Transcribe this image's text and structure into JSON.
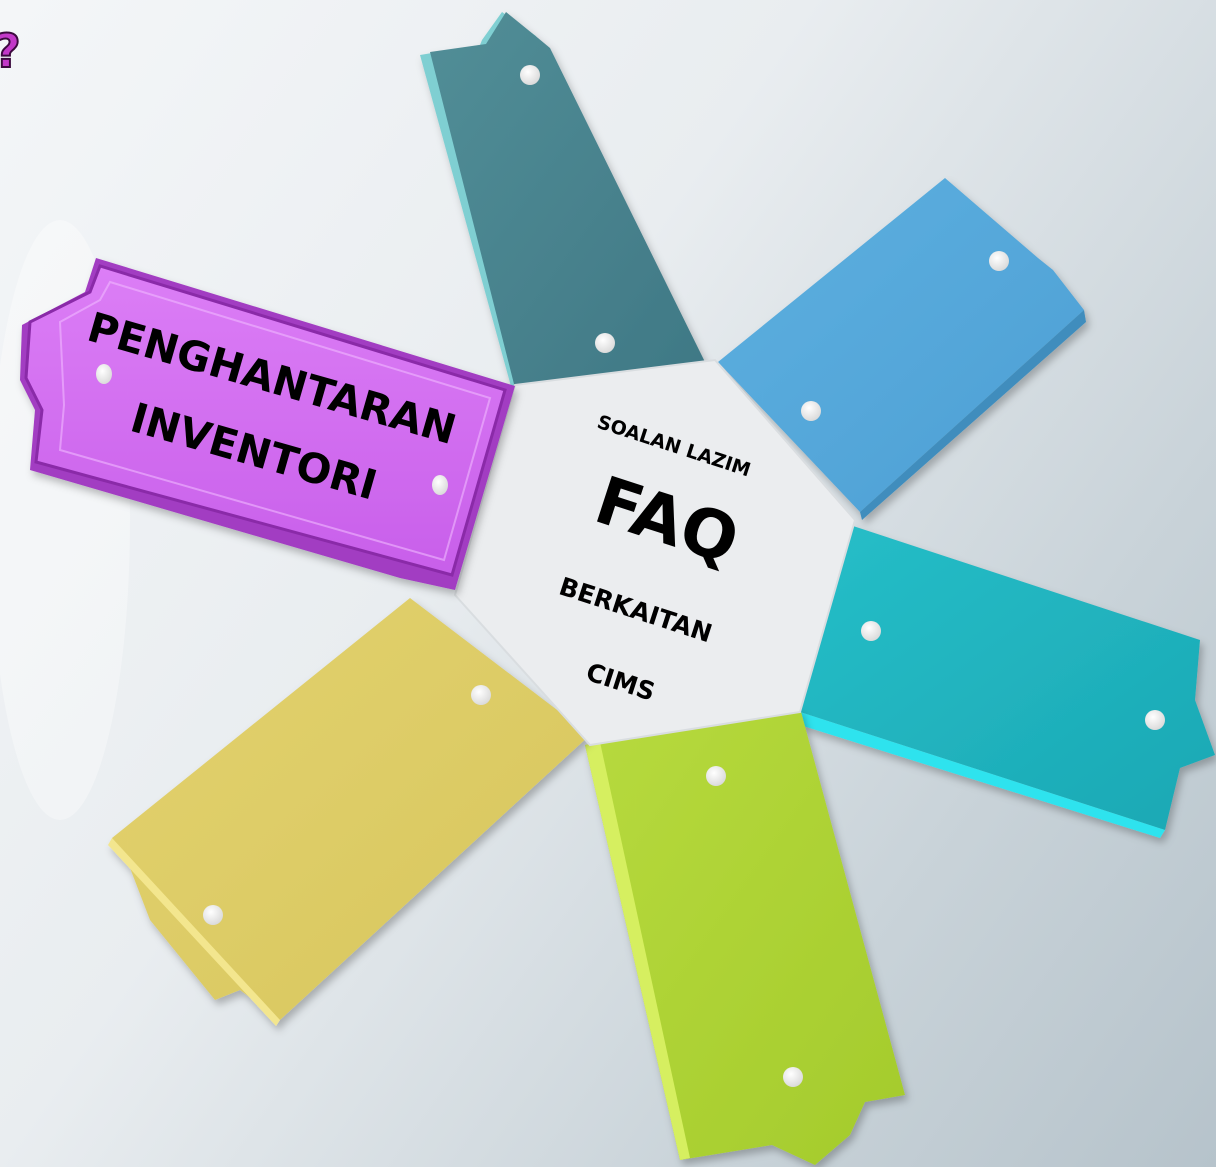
{
  "corner_glyph": "?",
  "center": {
    "line1": "SOALAN LAZIM",
    "line2": "FAQ",
    "line3": "BERKAITAN",
    "line4": "CIMS"
  },
  "tags": [
    {
      "id": "penghantaran",
      "line1": "PENGHANTARAN",
      "line2": "INVENTORI",
      "color": "#d36cf2",
      "selected": true
    },
    {
      "id": "teal-top",
      "color": "#4d8791"
    },
    {
      "id": "blue-right",
      "color": "#56a8da"
    },
    {
      "id": "cyan-right",
      "color": "#21b8c2"
    },
    {
      "id": "green-bottom",
      "color": "#b0d437"
    },
    {
      "id": "yellow-bottom-left",
      "color": "#ddcd68"
    }
  ]
}
